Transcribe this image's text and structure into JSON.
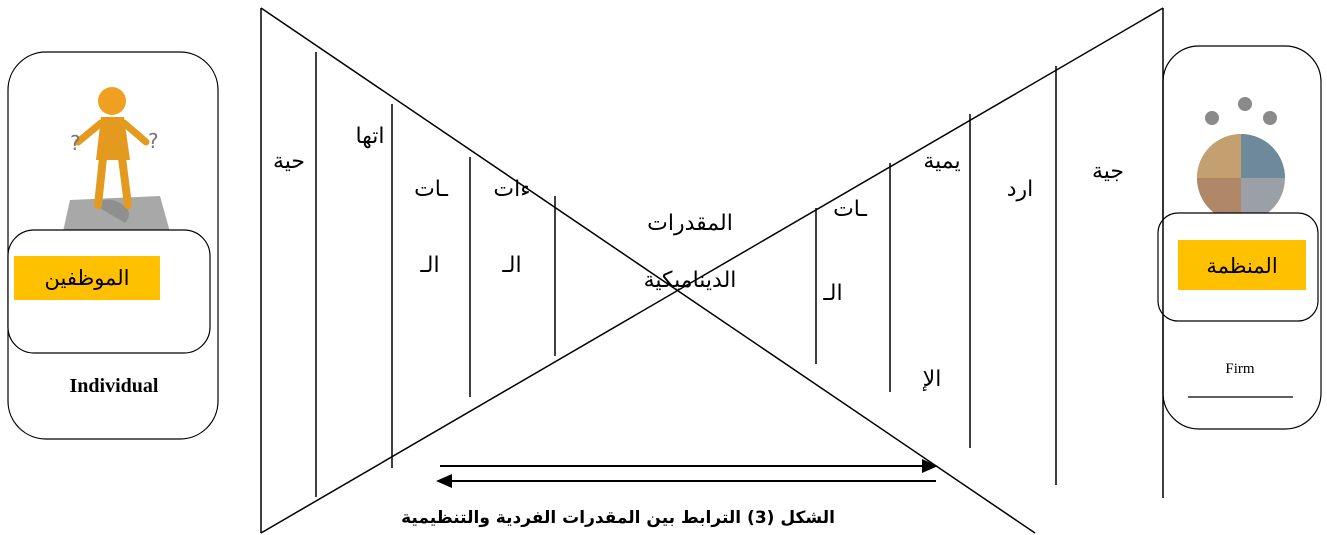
{
  "left_panel": {
    "badge_label": "الموظفين",
    "english_label": "Individual",
    "image_icon": "person-on-puzzle-icon"
  },
  "right_panel": {
    "badge_label": "المنظمة",
    "english_label": "Firm",
    "image_icon": "puzzle-sphere-icon"
  },
  "left_fragments": [
    "حية",
    "اتها",
    "ـات",
    "الـ",
    "ءات",
    "الـ"
  ],
  "center_title": [
    "المقدرات",
    "الديناميكية"
  ],
  "right_fragments": [
    "ـات",
    "الـ",
    "يمية",
    "الإ",
    "ارد",
    "جية"
  ],
  "caption": "الشكل (3) الترابط بين المقدرات الفردية والتنظيمية",
  "colors": {
    "badge_fill": "#ffc000",
    "line": "#000000"
  }
}
